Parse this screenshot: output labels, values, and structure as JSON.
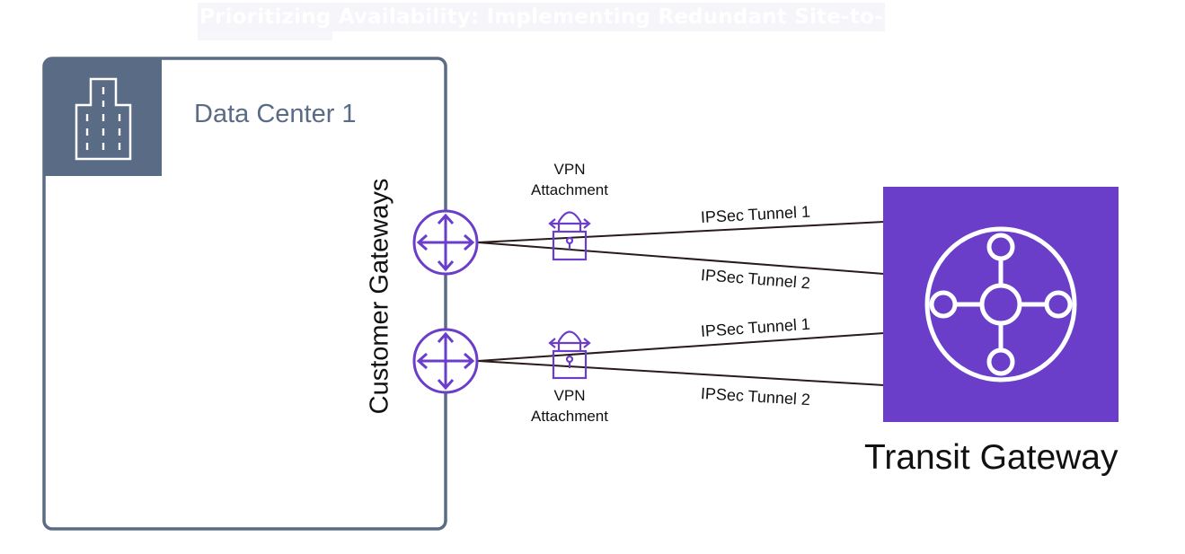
{
  "header": {
    "title": "Prioritizing Availability: Implementing Redundant Site-to-Site VPN"
  },
  "data_center": {
    "label": "Data Center 1",
    "icon": "building-icon",
    "border_color": "#5a6b86"
  },
  "customer_gateways": {
    "label": "Customer Gateways",
    "icon": "router-icon",
    "color": "#6a3ec8"
  },
  "vpn_attachments": [
    {
      "label_line1": "VPN",
      "label_line2": "Attachment",
      "icon": "vpn-lock-icon"
    },
    {
      "label_line1": "VPN",
      "label_line2": "Attachment",
      "icon": "vpn-lock-icon"
    }
  ],
  "tunnels": [
    {
      "label": "IPSec Tunnel 1",
      "gateway": 1
    },
    {
      "label": "IPSec Tunnel 2",
      "gateway": 1
    },
    {
      "label": "IPSec Tunnel 1",
      "gateway": 2
    },
    {
      "label": "IPSec Tunnel 2",
      "gateway": 2
    }
  ],
  "transit_gateway": {
    "label": "Transit Gateway",
    "icon": "transit-gateway-icon",
    "color": "#6a3ec8"
  }
}
